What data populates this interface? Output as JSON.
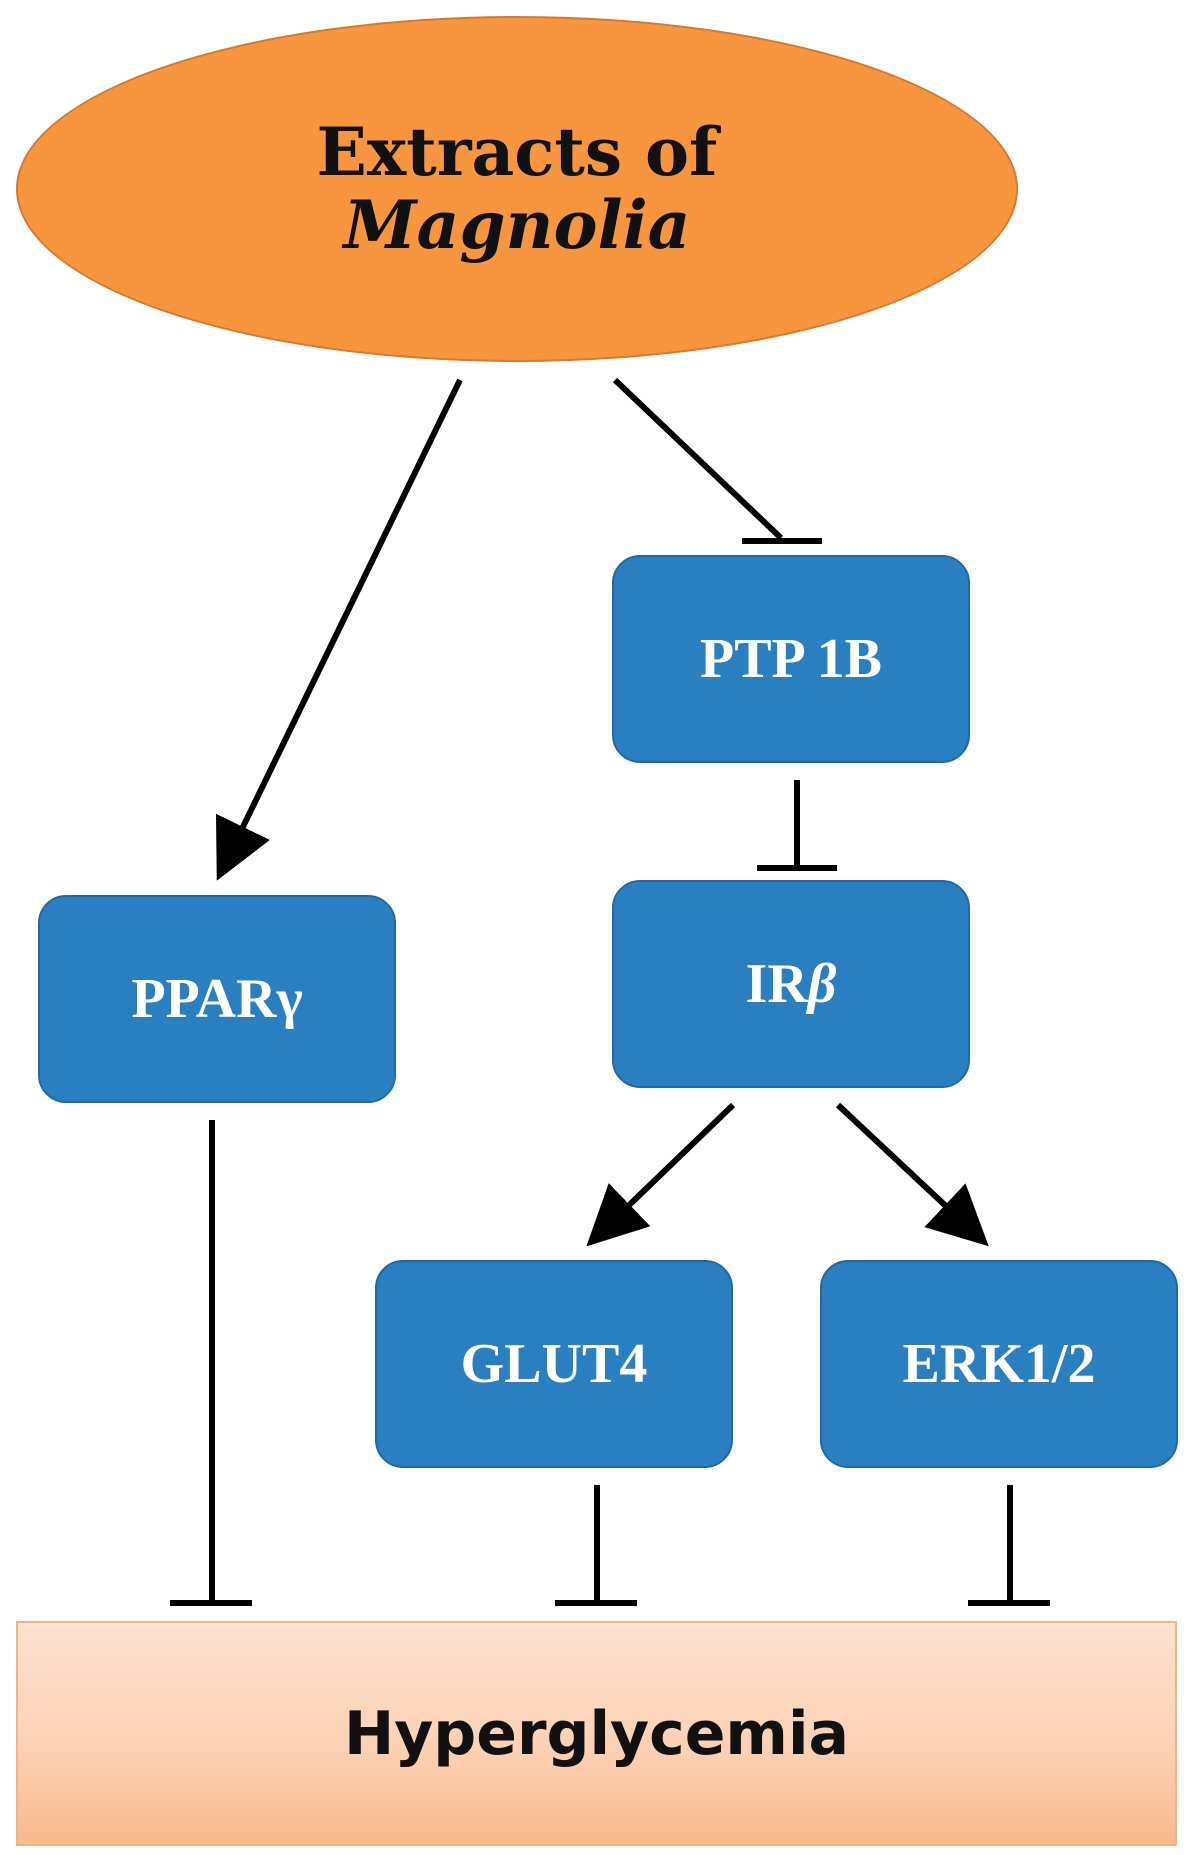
{
  "source": {
    "label_line1": "Extracts of",
    "label_line2": "Magnolia",
    "fill_color": "#f7963f"
  },
  "nodes": {
    "ptp1b": {
      "label": "PTP 1B"
    },
    "ppar": {
      "label_main": "PPAR",
      "label_suffix": "γ"
    },
    "irb": {
      "label_main": "IR",
      "label_suffix": "β"
    },
    "glut4": {
      "label": "GLUT4"
    },
    "erk": {
      "label": "ERK1/2"
    },
    "fill_color": "#2a7fc1"
  },
  "outcome": {
    "label": "Hyperglycemia",
    "fill_color": "#fcd1b4"
  },
  "edges": [
    {
      "from": "source",
      "to": "ppar",
      "type": "activation"
    },
    {
      "from": "source",
      "to": "ptp1b",
      "type": "inhibition"
    },
    {
      "from": "ptp1b",
      "to": "irb",
      "type": "inhibition"
    },
    {
      "from": "irb",
      "to": "glut4",
      "type": "activation"
    },
    {
      "from": "irb",
      "to": "erk",
      "type": "activation"
    },
    {
      "from": "ppar",
      "to": "outcome",
      "type": "inhibition"
    },
    {
      "from": "glut4",
      "to": "outcome",
      "type": "inhibition"
    },
    {
      "from": "erk",
      "to": "outcome",
      "type": "inhibition"
    }
  ]
}
